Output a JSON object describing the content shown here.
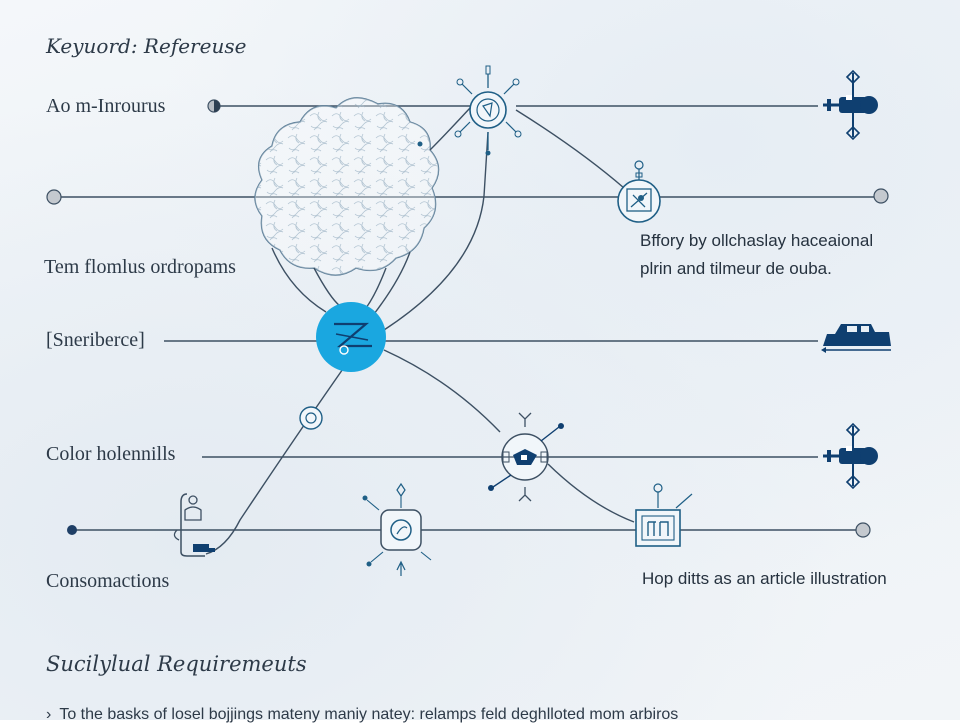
{
  "header": {
    "title": "Keyuord: Refereuse"
  },
  "labels": {
    "row_a": "Ao m-Inrourus",
    "row_b": "Tem flomlus ordropams",
    "row_c": "[Sneriberce]",
    "row_d": "Color holennills",
    "row_e": "Consomactions"
  },
  "notes": {
    "note_a_line1": "Bffory by ollchaslay haceaional",
    "note_a_line2": "plrin and tilmeur de ouba.",
    "note_b": "Hop ditts as an article illustration"
  },
  "requirements": {
    "title": "Sucilylual Requiremeuts",
    "bullet": "›",
    "line1": "To the basks of losel bojjings mateny maniy natey: relamps feld deghlloted mom arbiros"
  },
  "colors": {
    "line": "#3d5063",
    "accent": "#1aa7e0",
    "navy": "#0f3f70",
    "icon": "#1f5f86",
    "node_grey": "#b8bec5"
  },
  "icons": {
    "row_a_left": "circle-dot-icon",
    "row_a_right": "plug-connector-icon",
    "row_c_right": "vehicle-icon",
    "row_d_right": "plug-connector-icon",
    "hub": "central-hub-icon",
    "cloud": "network-cloud-icon",
    "top_node": "radiant-node-icon",
    "right_node": "framed-symbol-icon",
    "mid_node": "crosshair-node-icon",
    "low_node": "square-node-icon",
    "bottom_node": "rounded-square-icon",
    "left_node": "person-device-icon"
  }
}
